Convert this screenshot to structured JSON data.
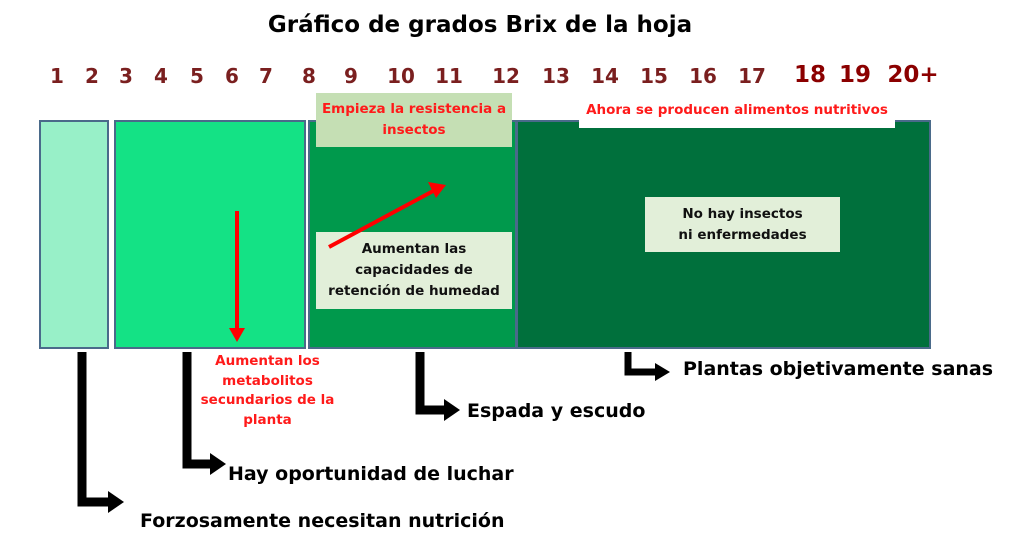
{
  "title": "Gráfico de grados Brix de la hoja",
  "scale": [
    "1",
    "2",
    "3",
    "4",
    "5",
    "6",
    "7",
    "8",
    "9",
    "10",
    "11",
    "12",
    "13",
    "14",
    "15",
    "16",
    "17",
    "18",
    "19",
    "20+"
  ],
  "zones": {
    "colors": [
      "#98f0c8",
      "#14e285",
      "#00994c",
      "#00703c"
    ]
  },
  "notes": {
    "resistance": "Empieza la resistencia a insectos",
    "humidity": "Aumentan las capacidades de retención de humedad",
    "nutritious": "Ahora se producen alimentos nutritivos",
    "no_insects": "No hay insectos ni enfermedades",
    "metabolites": "Aumentan los metabolitos secundarios de la planta"
  },
  "captions": {
    "zone1": "Forzosamente necesitan nutrición",
    "zone2": "Hay oportunidad de luchar",
    "zone3": "Espada y escudo",
    "zone4": "Plantas objetivamente sanas"
  }
}
